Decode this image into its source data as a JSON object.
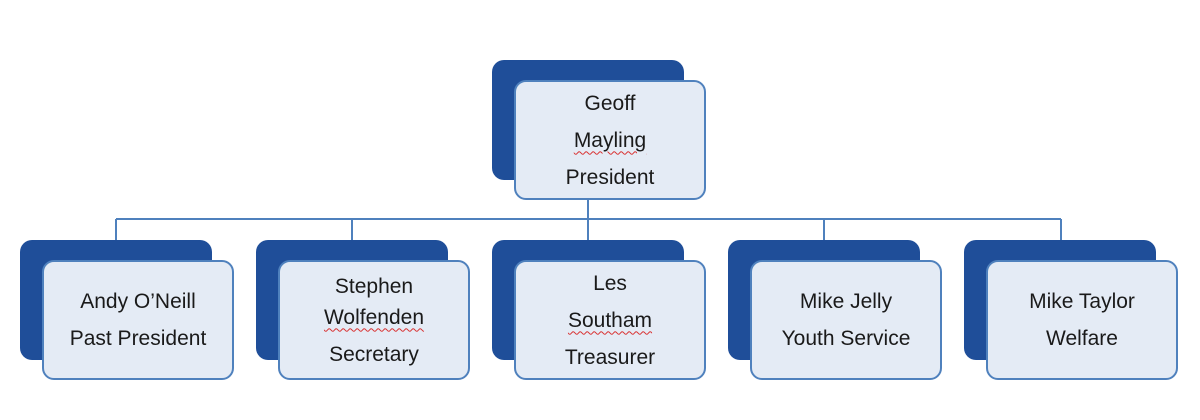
{
  "top": {
    "name_a": "Geoff ",
    "name_b": "Mayling",
    "role": "President"
  },
  "members": [
    {
      "line1": "Andy O’Neill",
      "line2": "Past President"
    },
    {
      "line1": "Stephen",
      "line2": "Wolfenden",
      "line3": "Secretary"
    },
    {
      "line1a": "Les ",
      "line1b": "Southam",
      "line2": "Treasurer"
    },
    {
      "line1": "Mike Jelly",
      "line2": "Youth Service"
    },
    {
      "line1": "Mike Taylor",
      "line2": "Welfare"
    }
  ],
  "colors": {
    "box_back": "#1f4e99",
    "box_front": "#e4ebf5",
    "border": "#4f81bd",
    "connector": "#4f81bd",
    "spelling_mark": "#d93030"
  }
}
